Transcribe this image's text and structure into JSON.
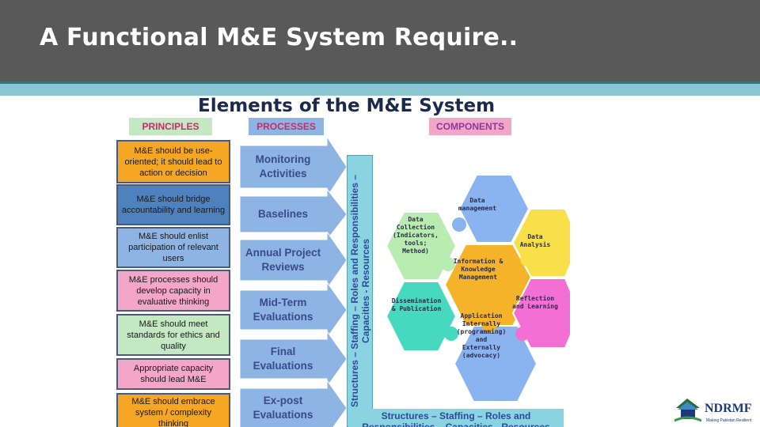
{
  "slide": {
    "title": "A Functional M&E System Require..",
    "colors": {
      "topbar": "#595959",
      "accent": "#8cc5d2"
    }
  },
  "figure": {
    "title": "Elements of the M&E System",
    "headers": {
      "principles": "PRINCIPLES",
      "processes": "PROCESSES",
      "components": "COMPONENTS"
    },
    "principles": [
      {
        "text": "M&E should be use-oriented; it should lead to action or decision",
        "color": "#f5a623"
      },
      {
        "text": "M&E should bridge accountability and learning",
        "color": "#4f81bd"
      },
      {
        "text": "M&E should enlist participation of relevant users",
        "color": "#8db4e2"
      },
      {
        "text": "M&E processes should develop capacity in evaluative thinking",
        "color": "#f4a6c8"
      },
      {
        "text": "M&E should meet standards for ethics and quality",
        "color": "#c4e8c2"
      },
      {
        "text": "Appropriate capacity should lead M&E",
        "color": "#f4a6c8"
      },
      {
        "text": "M&E should embrace system / complexity thinking",
        "color": "#f5a623"
      }
    ],
    "processes": [
      "Monitoring Activities",
      "Baselines",
      "Annual Project Reviews",
      "Mid-Term Evaluations",
      "Final Evaluations",
      "Ex-post Evaluations"
    ],
    "side_bar": "Structures – Staffing – Roles and Responsibilities – Capacities - Resources",
    "bottom_bar": "Structures – Staffing – Roles and Responsibilities – Capacities - Resources",
    "components": [
      {
        "text": "Data management",
        "color": "#8ab4f0"
      },
      {
        "text": "Data Collection (Indicators, tools; Method)",
        "color": "#b9ecb0"
      },
      {
        "text": "Data Analysis",
        "color": "#f7e04a"
      },
      {
        "text": "Information & Knowledge Management",
        "color": "#f5b32a"
      },
      {
        "text": "Dissemination & Publication",
        "color": "#46d9c0"
      },
      {
        "text": "Reflection and Learning",
        "color": "#f46fd4"
      },
      {
        "text": "Application Internally (programming) and Externally (advocacy)",
        "color": "#8ab4f0"
      }
    ]
  },
  "logo": {
    "text": "NDRMF",
    "tagline": "Making Pakistan Resilient"
  }
}
